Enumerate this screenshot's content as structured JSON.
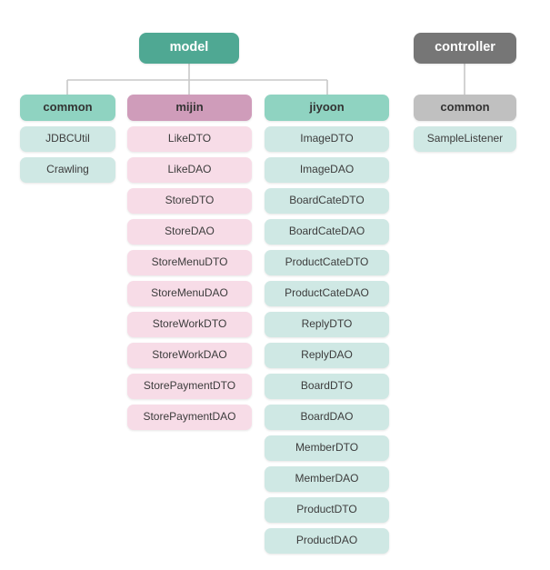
{
  "diagram": {
    "title": "package structure tree",
    "colors": {
      "root_model_bg": "#4fa893",
      "root_controller_bg": "#767676",
      "pkg_teal_bg": "#8fd3c1",
      "pkg_pink_bg": "#cf9cba",
      "pkg_gray_bg": "#c0c0c0",
      "leaf_teal_bg": "#cfe8e4",
      "leaf_pink_bg": "#f7dce7",
      "connector": "#c8c8c8",
      "root_text": "#ffffff",
      "pkg_text": "#333333",
      "leaf_text": "#3c3c3c",
      "background": "#ffffff"
    },
    "roots": [
      {
        "id": "model",
        "label": "model",
        "style": "root-model"
      },
      {
        "id": "controller",
        "label": "controller",
        "style": "root-controller"
      }
    ],
    "columns": [
      {
        "id": "model-common",
        "parent": "model",
        "header": "common",
        "header_style": "pkg-teal",
        "leaf_style": "leaf-teal",
        "items": [
          "JDBCUtil",
          "Crawling"
        ]
      },
      {
        "id": "model-mijin",
        "parent": "model",
        "header": "mijin",
        "header_style": "pkg-pink",
        "leaf_style": "leaf-pink",
        "items": [
          "LikeDTO",
          "LikeDAO",
          "StoreDTO",
          "StoreDAO",
          "StoreMenuDTO",
          "StoreMenuDAO",
          "StoreWorkDTO",
          "StoreWorkDAO",
          "StorePaymentDTO",
          "StorePaymentDAO"
        ]
      },
      {
        "id": "model-jiyoon",
        "parent": "model",
        "header": "jiyoon",
        "header_style": "pkg-teal",
        "leaf_style": "leaf-teal",
        "items": [
          "ImageDTO",
          "ImageDAO",
          "BoardCateDTO",
          "BoardCateDAO",
          "ProductCateDTO",
          "ProductCateDAO",
          "ReplyDTO",
          "ReplyDAO",
          "BoardDTO",
          "BoardDAO",
          "MemberDTO",
          "MemberDAO",
          "ProductDTO",
          "ProductDAO"
        ]
      },
      {
        "id": "controller-common",
        "parent": "controller",
        "header": "common",
        "header_style": "pkg-gray",
        "leaf_style": "leaf-teal",
        "items": [
          "SampleListener"
        ]
      }
    ]
  }
}
